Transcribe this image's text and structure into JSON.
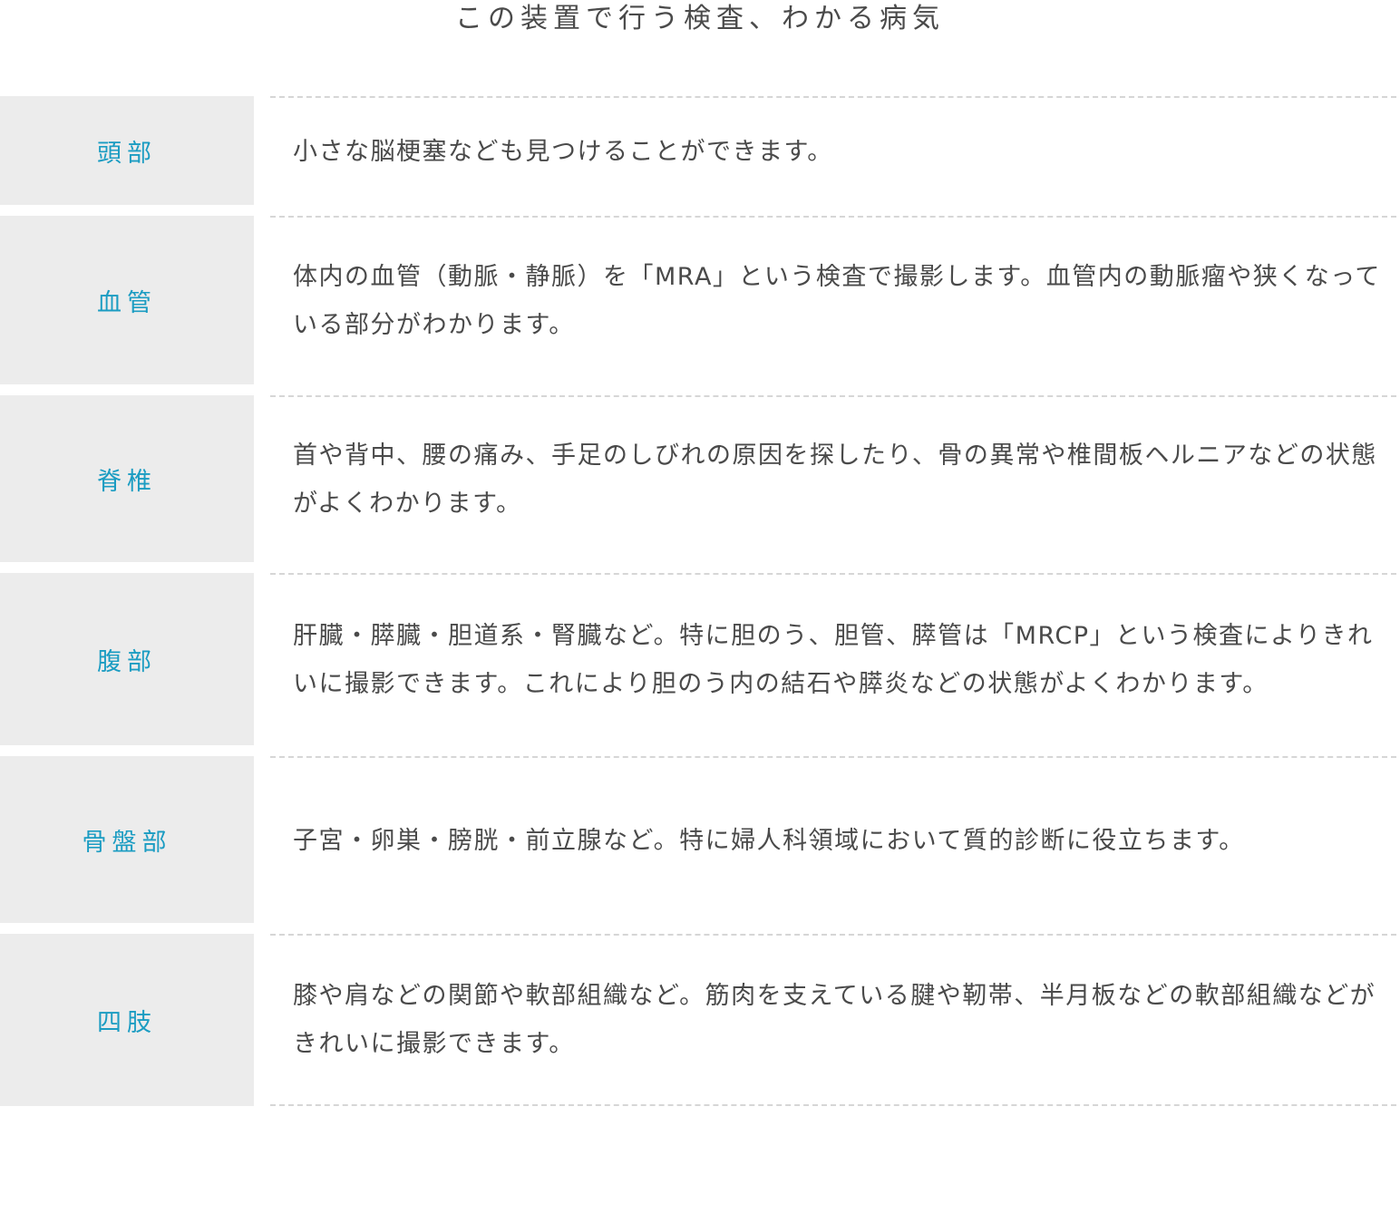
{
  "title": "この装置で行う検査、わかる病気",
  "rows": [
    {
      "area": "頭部",
      "description": "小さな脳梗塞なども見つけることができます。"
    },
    {
      "area": "血管",
      "description": "体内の血管（動脈・静脈）を「MRA」という検査で撮影します。血管内の動脈瘤や狭くなっている部分がわかります。"
    },
    {
      "area": "脊椎",
      "description": "首や背中、腰の痛み、手足のしびれの原因を探したり、骨の異常や椎間板ヘルニアなどの状態がよくわかります。"
    },
    {
      "area": "腹部",
      "description": "肝臓・膵臓・胆道系・腎臓など。特に胆のう、胆管、膵管は「MRCP」という検査によりきれいに撮影できます。これにより胆のう内の結石や膵炎などの状態がよくわかります。"
    },
    {
      "area": "骨盤部",
      "description": "子宮・卵巣・膀胱・前立腺など。特に婦人科領域において質的診断に役立ちます。"
    },
    {
      "area": "四肢",
      "description": "膝や肩などの関節や軟部組織など。筋肉を支えている腱や靭帯、半月板などの軟部組織などがきれいに撮影できます。"
    }
  ],
  "colors": {
    "area_text": "#1b9cc2",
    "area_background": "#ececec",
    "body_text": "#4a4a4a",
    "divider": "#d6d6d6"
  }
}
